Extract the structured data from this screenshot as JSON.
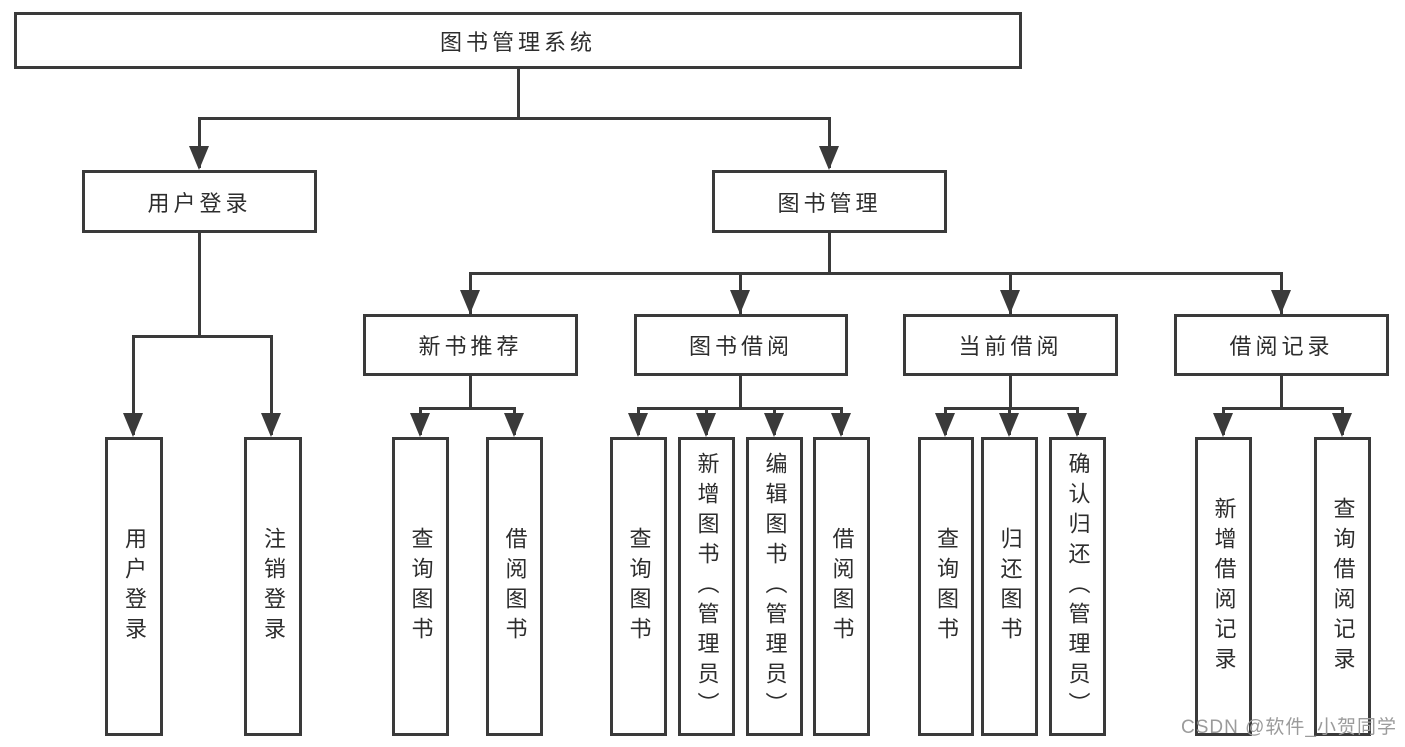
{
  "tree": {
    "label": "图书管理系统",
    "children": [
      {
        "label": "用户登录",
        "children": [
          {
            "label": "用户登录"
          },
          {
            "label": "注销登录"
          }
        ]
      },
      {
        "label": "图书管理",
        "children": [
          {
            "label": "新书推荐",
            "children": [
              {
                "label": "查询图书"
              },
              {
                "label": "借阅图书"
              }
            ]
          },
          {
            "label": "图书借阅",
            "children": [
              {
                "label": "查询图书"
              },
              {
                "label": "新增图书（管理员）"
              },
              {
                "label": "编辑图书（管理员）"
              },
              {
                "label": "借阅图书"
              }
            ]
          },
          {
            "label": "当前借阅",
            "children": [
              {
                "label": "查询图书"
              },
              {
                "label": "归还图书"
              },
              {
                "label": "确认归还（管理员）"
              }
            ]
          },
          {
            "label": "借阅记录",
            "children": [
              {
                "label": "新增借阅记录"
              },
              {
                "label": "查询借阅记录"
              }
            ]
          }
        ]
      }
    ]
  },
  "watermark": {
    "text": "CSDN @软件_小贺同学"
  },
  "colors": {
    "line": "#3a3a3a",
    "text": "#2d2d2d",
    "box_bg": "#ffffff",
    "background": "#ffffff",
    "watermark": "#9b9b9b"
  }
}
